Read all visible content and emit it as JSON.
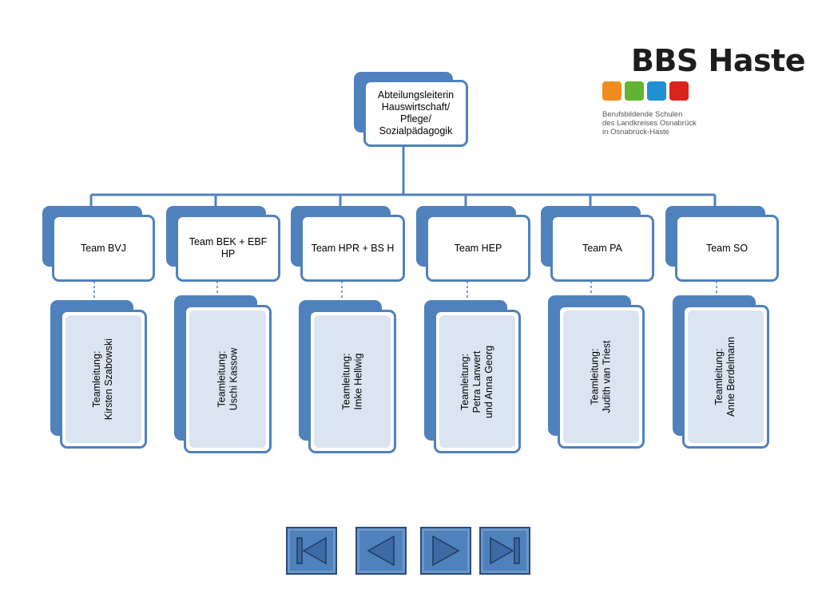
{
  "logo": {
    "title": "BBS Haste",
    "subtitle_lines": [
      "Berufsbildende Schulen",
      "des Landkreises Osnabrück",
      "in Osnabrück-Haste"
    ],
    "square_colors": [
      "#f28c1d",
      "#62b530",
      "#1f8fd6",
      "#d8251c"
    ]
  },
  "root": {
    "lines": [
      "Abteilungsleiterin",
      "Hauswirtschaft/",
      "Pflege/",
      "Sozialpädagogik"
    ]
  },
  "teams": [
    {
      "name": "Team BVJ",
      "lead_lines": [
        "Teamleitung:",
        "Kirsten Szabowski"
      ]
    },
    {
      "name": "Team BEK + EBF HP",
      "lead_lines": [
        "Teamleitung:",
        "Uschi Kassow"
      ]
    },
    {
      "name": "Team HPR + BS H",
      "lead_lines": [
        "Teamleitung:",
        "Imke Hellwig"
      ]
    },
    {
      "name": "Team HEP",
      "lead_lines": [
        "Teamleitung:",
        "Petra Lanwert",
        "und Anna Georg"
      ]
    },
    {
      "name": "Team PA",
      "lead_lines": [
        "Teamleitung:",
        "Judith van Triest"
      ]
    },
    {
      "name": "Team SO",
      "lead_lines": [
        "Teamleitung:",
        "Anne Berdelmann"
      ]
    }
  ],
  "nav_buttons": [
    {
      "icon": "first-slide-icon"
    },
    {
      "icon": "previous-slide-icon"
    },
    {
      "icon": "next-slide-icon"
    },
    {
      "icon": "last-slide-icon"
    }
  ],
  "colors": {
    "accent": "#4f81bd",
    "lead_fill": "#dbe5f1",
    "nav_border": "#2a4c78"
  }
}
